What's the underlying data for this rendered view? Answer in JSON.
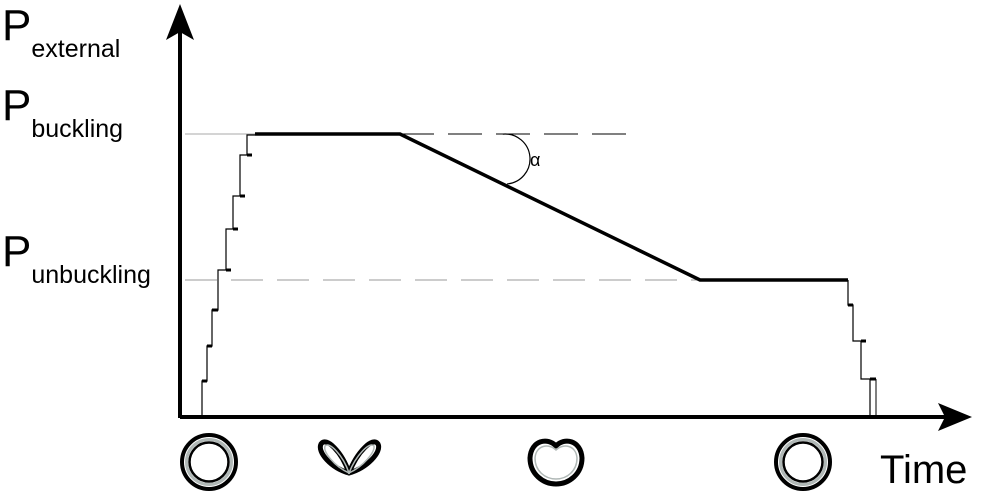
{
  "labels": {
    "p_symbol": "P",
    "y_axis_sub": "external",
    "buckling_sub": "buckling",
    "unbuckling_sub": "unbuckling",
    "x_axis": "Time",
    "angle": "α"
  },
  "colors": {
    "stroke": "#000000",
    "guide": "#999999",
    "ring": "#b0b8b6"
  },
  "icons": [
    "intact-ring-icon",
    "collapsed-ring-icon",
    "partially-recovered-ring-icon",
    "recovered-ring-icon"
  ]
}
